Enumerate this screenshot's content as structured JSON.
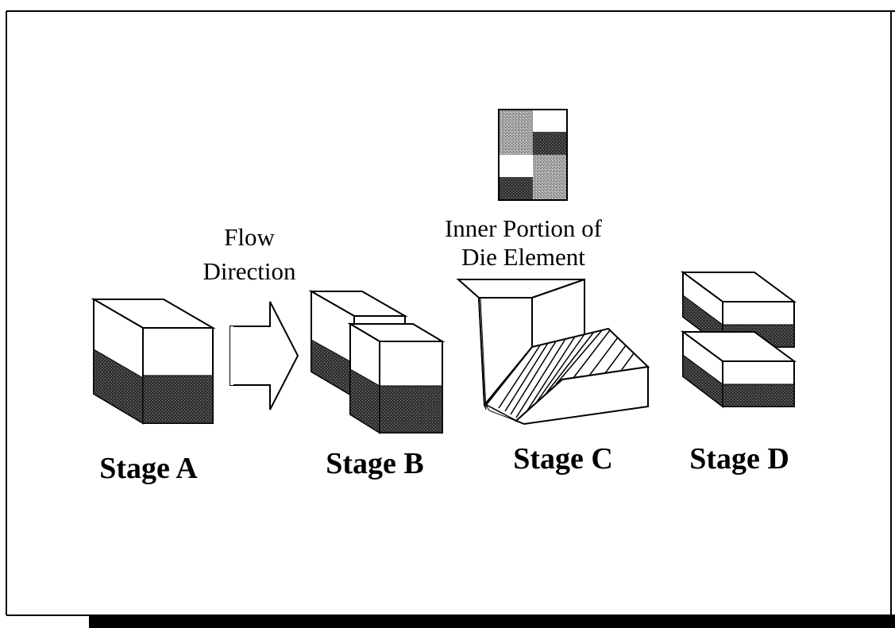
{
  "labels": {
    "flow_direction_line1": "Flow",
    "flow_direction_line2": "Direction",
    "inner_portion_line1": "Inner Portion of",
    "inner_portion_line2": "Die Element",
    "stage_a": "Stage A",
    "stage_b": "Stage B",
    "stage_c": "Stage C",
    "stage_d": "Stage D"
  },
  "colors": {
    "ink": "#000000",
    "paper": "#ffffff",
    "dark_layer": "#3a3a3a",
    "stipple_gray": "#9a9a9a"
  }
}
